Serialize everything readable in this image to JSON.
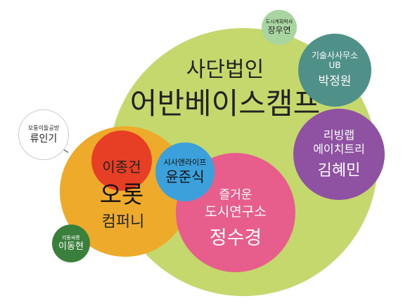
{
  "main": {
    "line1": "사단법인",
    "line2": "어반베이스캠프",
    "color": "#c5d86d"
  },
  "top_small": {
    "label": "도시계획박사",
    "name": "장우연",
    "color": "#a9d6a0"
  },
  "top_right": {
    "line1": "기술사사무소",
    "line2": "UB",
    "name": "박정원",
    "color": "#4f9088"
  },
  "right": {
    "line1": "리빙랩",
    "line2": "에이치트리",
    "name": "김혜민",
    "color": "#8f52a3"
  },
  "orange": {
    "label": "컴퍼니",
    "color": "#eeab2b"
  },
  "red": {
    "name": "이종건",
    "label": "오롯",
    "color": "#e63f25"
  },
  "blue": {
    "line1": "시사앤라이프",
    "name": "윤준식",
    "color": "#3ca1da"
  },
  "pink": {
    "line1": "즐거운",
    "line2": "도시연구소",
    "name": "정수경",
    "color": "#e75e8d"
  },
  "left_top": {
    "label": "모퉁이돌공방",
    "name": "류인기"
  },
  "left_bottom": {
    "label": "리동싸롱",
    "name": "이동현",
    "color": "#3b7f3c"
  }
}
